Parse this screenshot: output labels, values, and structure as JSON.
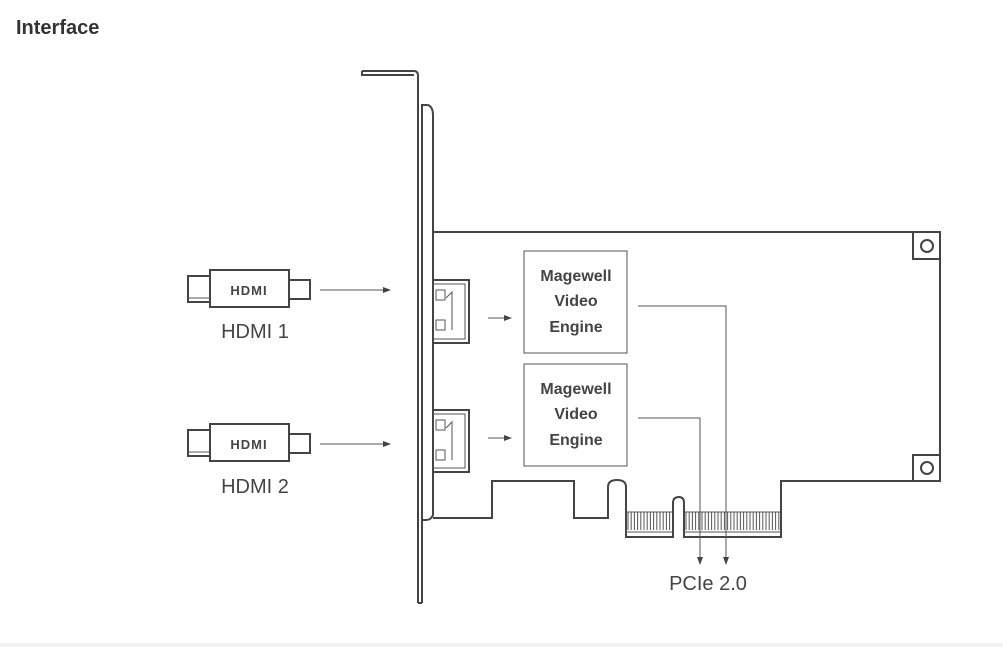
{
  "section_title": "Interface",
  "diagram": {
    "inputs": [
      {
        "label": "HDMI 1",
        "logo": "HDMI"
      },
      {
        "label": "HDMI 2",
        "logo": "HDMI"
      }
    ],
    "engines": [
      {
        "lines": [
          "Magewell",
          "Video",
          "Engine"
        ]
      },
      {
        "lines": [
          "Magewell",
          "Video",
          "Engine"
        ]
      }
    ],
    "bus_label": "PCIe 2.0",
    "colors": {
      "stroke": "#444444",
      "text": "#444444"
    }
  }
}
